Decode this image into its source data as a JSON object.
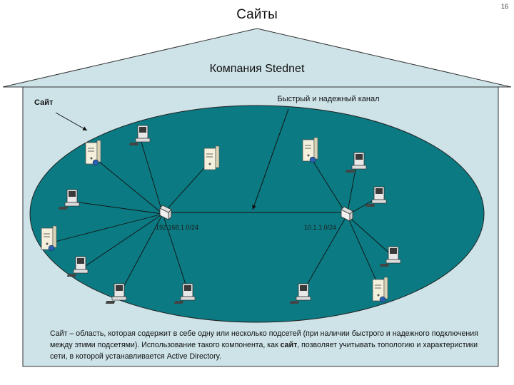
{
  "page_number": "16",
  "title": "Сайты",
  "company": "Компания Stednet",
  "site_label": "Сайт",
  "link_label": "Быстрый и надежный канал",
  "subnets": {
    "left": "192.168.1.0/24",
    "right": "10.1.1.0/24"
  },
  "description": {
    "part1": "Сайт – область, которая содержит в себе одну или несколько подсетей (при наличии быстрого и надежного подключения между этими подсетями). Использование такого компонента, как ",
    "bold": "сайт",
    "part2": ", позволяет учитывать топологию и характеристики сети, в которой устанавливается Active Directory."
  },
  "colors": {
    "building_fill": "#cde3e8",
    "ellipse_fill": "#0b7a82",
    "line": "#111111"
  }
}
